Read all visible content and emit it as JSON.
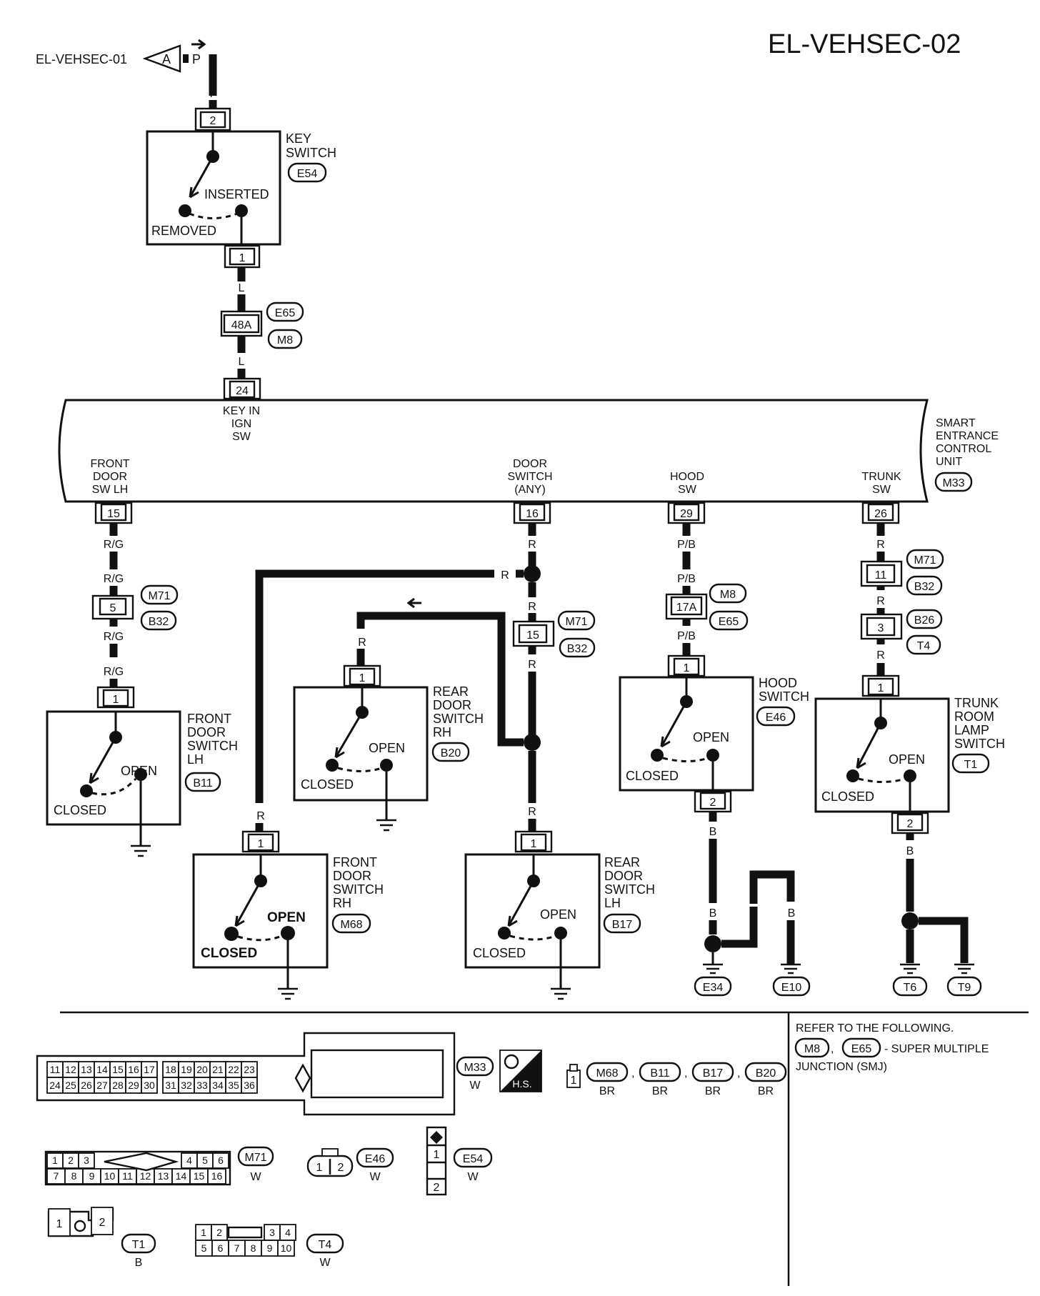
{
  "page_title": "EL-VEHSEC-02",
  "ref_in": {
    "page": "EL-VEHSEC-01",
    "letter": "A",
    "wire": "P"
  },
  "key_switch": {
    "name": [
      "KEY",
      "SWITCH"
    ],
    "code": "E54",
    "pin_in": "2",
    "pin_out": "1",
    "pos_a": "INSERTED",
    "pos_b": "REMOVED",
    "wire_in": "P",
    "wire_out": "L"
  },
  "junction_48a": {
    "pin": "48A",
    "codes": [
      "E65",
      "M8"
    ],
    "wire_below": "L"
  },
  "control_unit": {
    "name": [
      "SMART",
      "ENTRANCE",
      "CONTROL",
      "UNIT"
    ],
    "code": "M33",
    "terminals": [
      {
        "pin": "24",
        "label": [
          "KEY IN",
          "IGN",
          "SW"
        ]
      },
      {
        "pin": "15",
        "label": [
          "FRONT",
          "DOOR",
          "SW LH"
        ]
      },
      {
        "pin": "16",
        "label": [
          "DOOR",
          "SWITCH",
          "(ANY)"
        ]
      },
      {
        "pin": "29",
        "label": [
          "HOOD",
          "SW"
        ]
      },
      {
        "pin": "26",
        "label": [
          "TRUNK",
          "SW"
        ]
      }
    ]
  },
  "wire_colors": {
    "rg": "R/G",
    "r": "R",
    "pb": "P/B",
    "b": "B"
  },
  "inline_connectors": {
    "c5": {
      "pin": "5",
      "codes": [
        "M71",
        "B32"
      ]
    },
    "c15": {
      "pin": "15",
      "codes": [
        "M71",
        "B32"
      ]
    },
    "c17a": {
      "pin": "17A",
      "codes": [
        "M8",
        "E65"
      ]
    },
    "c11": {
      "pin": "11",
      "codes": [
        "M71",
        "B32"
      ]
    },
    "c3": {
      "pin": "3",
      "codes": [
        "B26",
        "T4"
      ]
    }
  },
  "switches": {
    "front_lh": {
      "name": [
        "FRONT",
        "DOOR",
        "SWITCH",
        "LH"
      ],
      "code": "B11",
      "pin": "1",
      "open": "OPEN",
      "closed": "CLOSED"
    },
    "rear_rh": {
      "name": [
        "REAR",
        "DOOR",
        "SWITCH",
        "RH"
      ],
      "code": "B20",
      "pin": "1",
      "open": "OPEN",
      "closed": "CLOSED"
    },
    "front_rh": {
      "name": [
        "FRONT",
        "DOOR",
        "SWITCH",
        "RH"
      ],
      "code": "M68",
      "pin": "1",
      "open": "OPEN",
      "closed": "CLOSED"
    },
    "rear_lh": {
      "name": [
        "REAR",
        "DOOR",
        "SWITCH",
        "LH"
      ],
      "code": "B17",
      "pin": "1",
      "open": "OPEN",
      "closed": "CLOSED"
    },
    "hood": {
      "name": [
        "HOOD",
        "SWITCH"
      ],
      "code": "E46",
      "pin_in": "1",
      "pin_out": "2",
      "open": "OPEN",
      "closed": "CLOSED"
    },
    "trunk": {
      "name": [
        "TRUNK",
        "ROOM",
        "LAMP",
        "SWITCH"
      ],
      "code": "T1",
      "pin_in": "1",
      "pin_out": "2",
      "open": "OPEN",
      "closed": "CLOSED"
    }
  },
  "grounds": [
    "E34",
    "E10",
    "T6",
    "T9"
  ],
  "refer_note": {
    "line1": "REFER TO THE FOLLOWING.",
    "codes": [
      "M8",
      "E65"
    ],
    "text_a": "- SUPER MULTIPLE",
    "text_b": "JUNCTION (SMJ)"
  },
  "legend": {
    "m33": {
      "code": "M33",
      "color": "W",
      "hs": "H.S.",
      "row1": [
        "11",
        "12",
        "13",
        "14",
        "15",
        "16",
        "17",
        "",
        "18",
        "19",
        "20",
        "21",
        "22",
        "23"
      ],
      "row2": [
        "24",
        "25",
        "26",
        "27",
        "28",
        "29",
        "30",
        "",
        "31",
        "32",
        "33",
        "34",
        "35",
        "36"
      ],
      "right1": [
        "1",
        "2",
        "3",
        "4",
        "5"
      ],
      "right2": [
        "6",
        "7",
        "8",
        "9",
        "10"
      ]
    },
    "door": {
      "pin": "1",
      "items": [
        {
          "code": "M68",
          "color": "BR"
        },
        {
          "code": "B11",
          "color": "BR"
        },
        {
          "code": "B17",
          "color": "BR"
        },
        {
          "code": "B20",
          "color": "BR"
        }
      ]
    },
    "m71": {
      "code": "M71",
      "color": "W",
      "row1a": [
        "1",
        "2",
        "3"
      ],
      "row1b": [
        "4",
        "5",
        "6"
      ],
      "row2": [
        "7",
        "8",
        "9",
        "10",
        "11",
        "12",
        "13",
        "14",
        "15",
        "16"
      ]
    },
    "e46": {
      "code": "E46",
      "color": "W",
      "pins": [
        "1",
        "2"
      ]
    },
    "e54": {
      "code": "E54",
      "color": "W",
      "pins": [
        "1",
        "2"
      ]
    },
    "t1": {
      "code": "T1",
      "color": "B",
      "pins": [
        "1",
        "2"
      ]
    },
    "t4": {
      "code": "T4",
      "color": "W",
      "row1a": [
        "1",
        "2"
      ],
      "row1b": [
        "3",
        "4"
      ],
      "row2": [
        "5",
        "6",
        "7",
        "8",
        "9",
        "10"
      ]
    }
  }
}
